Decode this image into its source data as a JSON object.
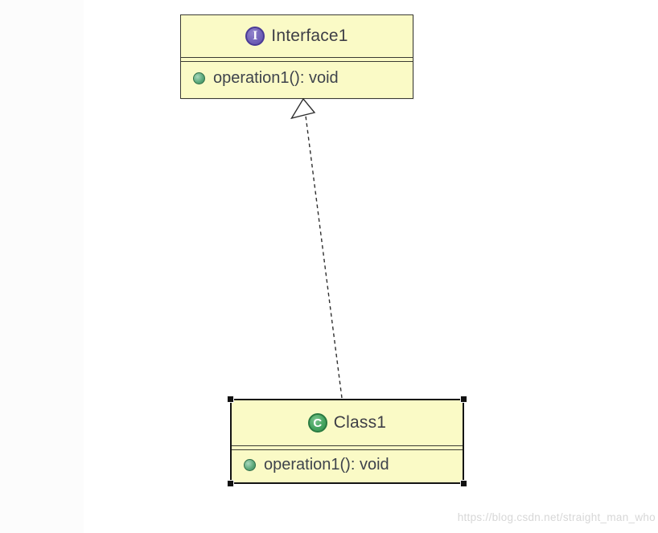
{
  "canvas": {
    "watermark": "https://blog.csdn.net/straight_man_who"
  },
  "diagram": {
    "interface_node": {
      "icon_letter": "I",
      "stereotype": "interface",
      "name": "Interface1",
      "operations": [
        {
          "visibility": "public",
          "signature": "operation1(): void"
        }
      ]
    },
    "class_node": {
      "icon_letter": "C",
      "stereotype": "class",
      "name": "Class1",
      "selected": "true",
      "operations": [
        {
          "visibility": "public",
          "signature": "operation1(): void"
        }
      ]
    },
    "relationship": {
      "type": "realization",
      "from": "Class1",
      "to": "Interface1",
      "line_style": "dashed",
      "arrowhead": "hollow-triangle"
    }
  },
  "colors": {
    "node_fill": "#fafac6",
    "node_border": "#3b3b33",
    "selected_border": "#141414",
    "interface_icon_fill": "#7263b8",
    "interface_icon_border": "#4a3b96",
    "class_icon_fill": "#46a561",
    "class_icon_border": "#2a7a41",
    "public_dot_fill": "#58a678",
    "public_dot_border": "#2f6e49",
    "text": "#3e3e46",
    "connector": "#2f2f2f",
    "watermark": "#d7d7d7",
    "canvas_bg": "#ffffff"
  }
}
